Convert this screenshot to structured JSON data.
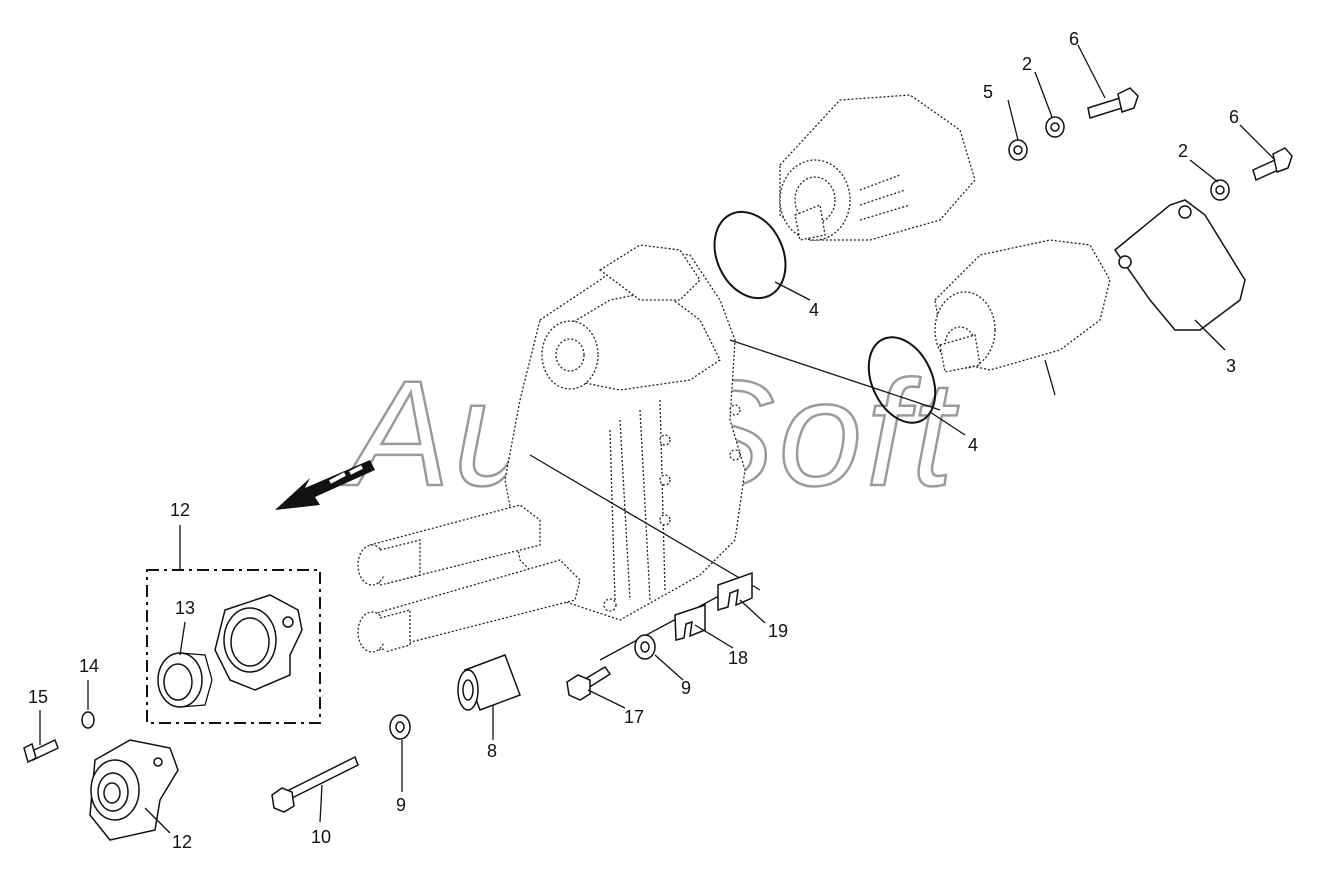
{
  "diagram": {
    "watermark": "AutoSoft",
    "callouts": {
      "c2a": "2",
      "c2b": "2",
      "c3": "3",
      "c4a": "4",
      "c4b": "4",
      "c5": "5",
      "c6a": "6",
      "c6b": "6",
      "c8": "8",
      "c9a": "9",
      "c9b": "9",
      "c10": "10",
      "c12a": "12",
      "c12b": "12",
      "c13": "13",
      "c14": "14",
      "c15": "15",
      "c17": "17",
      "c18": "18",
      "c19": "19"
    }
  }
}
